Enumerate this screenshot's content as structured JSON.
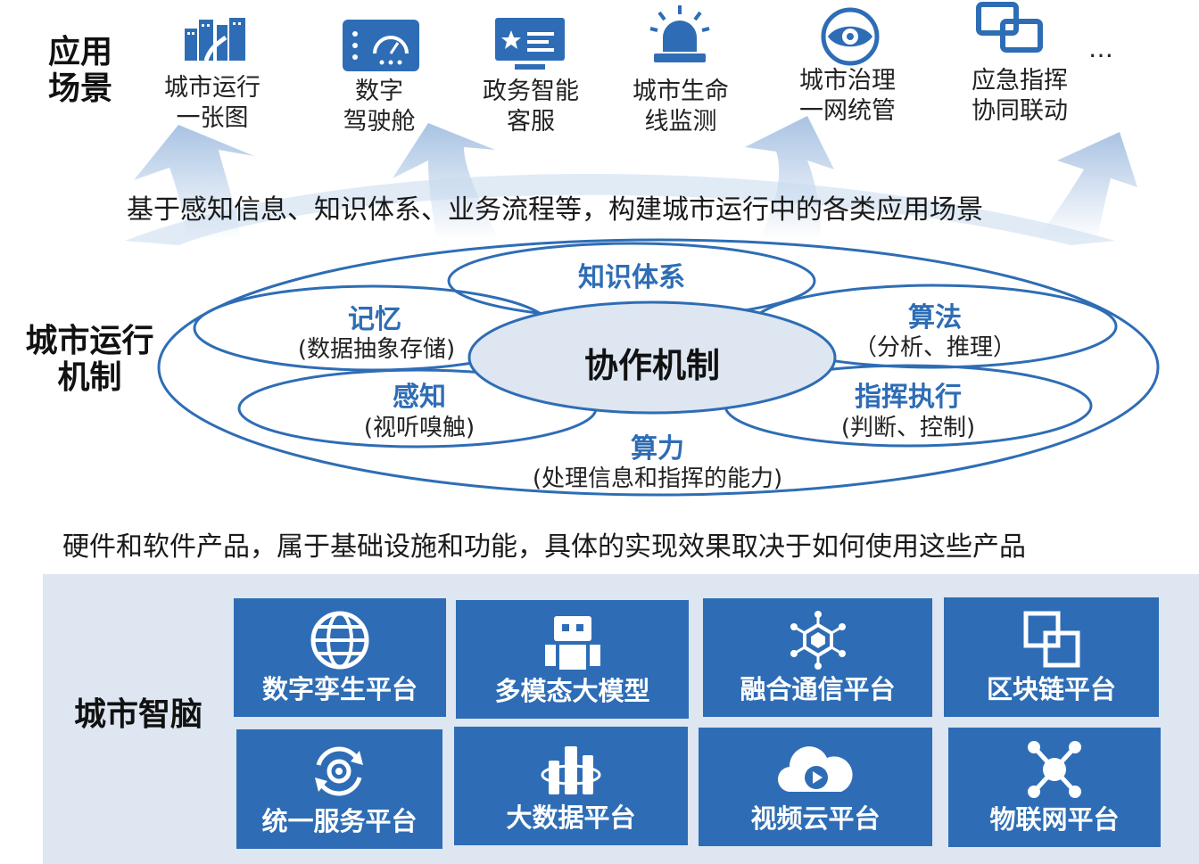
{
  "sections": {
    "apps_label": [
      "应用",
      "场景"
    ],
    "mechanism_label": [
      "城市运行",
      "机制"
    ],
    "brain_label": "城市智脑"
  },
  "apps": [
    {
      "icon": "city-buildings-icon",
      "lines": [
        "城市运行",
        "一张图"
      ]
    },
    {
      "icon": "dashboard-gauge-icon",
      "lines": [
        "数字",
        "驾驶舱"
      ]
    },
    {
      "icon": "service-screen-icon",
      "lines": [
        "政务智能",
        "客服"
      ]
    },
    {
      "icon": "alarm-siren-icon",
      "lines": [
        "城市生命",
        "线监测"
      ]
    },
    {
      "icon": "eye-globe-icon",
      "lines": [
        "城市治理",
        "一网统管"
      ]
    },
    {
      "icon": "linked-squares-icon",
      "lines": [
        "应急指挥",
        "协同联动"
      ]
    }
  ],
  "apps_more": "…",
  "apps_caption": "基于感知信息、知识体系、业务流程等，构建城市运行中的各类应用场景",
  "mechanism": {
    "center": "协作机制",
    "knowledge": {
      "title": "知识体系"
    },
    "memory": {
      "title": "记忆",
      "sub": "(数据抽象存储)"
    },
    "algorithm": {
      "title": "算法",
      "sub": "（分析、推理）"
    },
    "perception": {
      "title": "感知",
      "sub": "(视听嗅触)"
    },
    "command": {
      "title": "指挥执行",
      "sub": "(判断、控制)"
    },
    "compute": {
      "title": "算力",
      "sub": "(处理信息和指挥的能力)"
    }
  },
  "products_caption": "硬件和软件产品，属于基础设施和功能，具体的实现效果取决于如何使用这些产品",
  "platforms": [
    {
      "icon": "globe-icon",
      "label": "数字孪生平台"
    },
    {
      "icon": "robot-icon",
      "label": "多模态大模型"
    },
    {
      "icon": "network-hexagon-icon",
      "label": "融合通信平台"
    },
    {
      "icon": "blockchain-icon",
      "label": "区块链平台"
    },
    {
      "icon": "sync-eye-icon",
      "label": "统一服务平台"
    },
    {
      "icon": "big-data-icon",
      "label": "大数据平台"
    },
    {
      "icon": "cloud-video-icon",
      "label": "视频云平台"
    },
    {
      "icon": "iot-network-icon",
      "label": "物联网平台"
    }
  ],
  "colors": {
    "primary": "#2e6db5",
    "panel": "#dde6f1",
    "arrow": "#b7cde6"
  }
}
